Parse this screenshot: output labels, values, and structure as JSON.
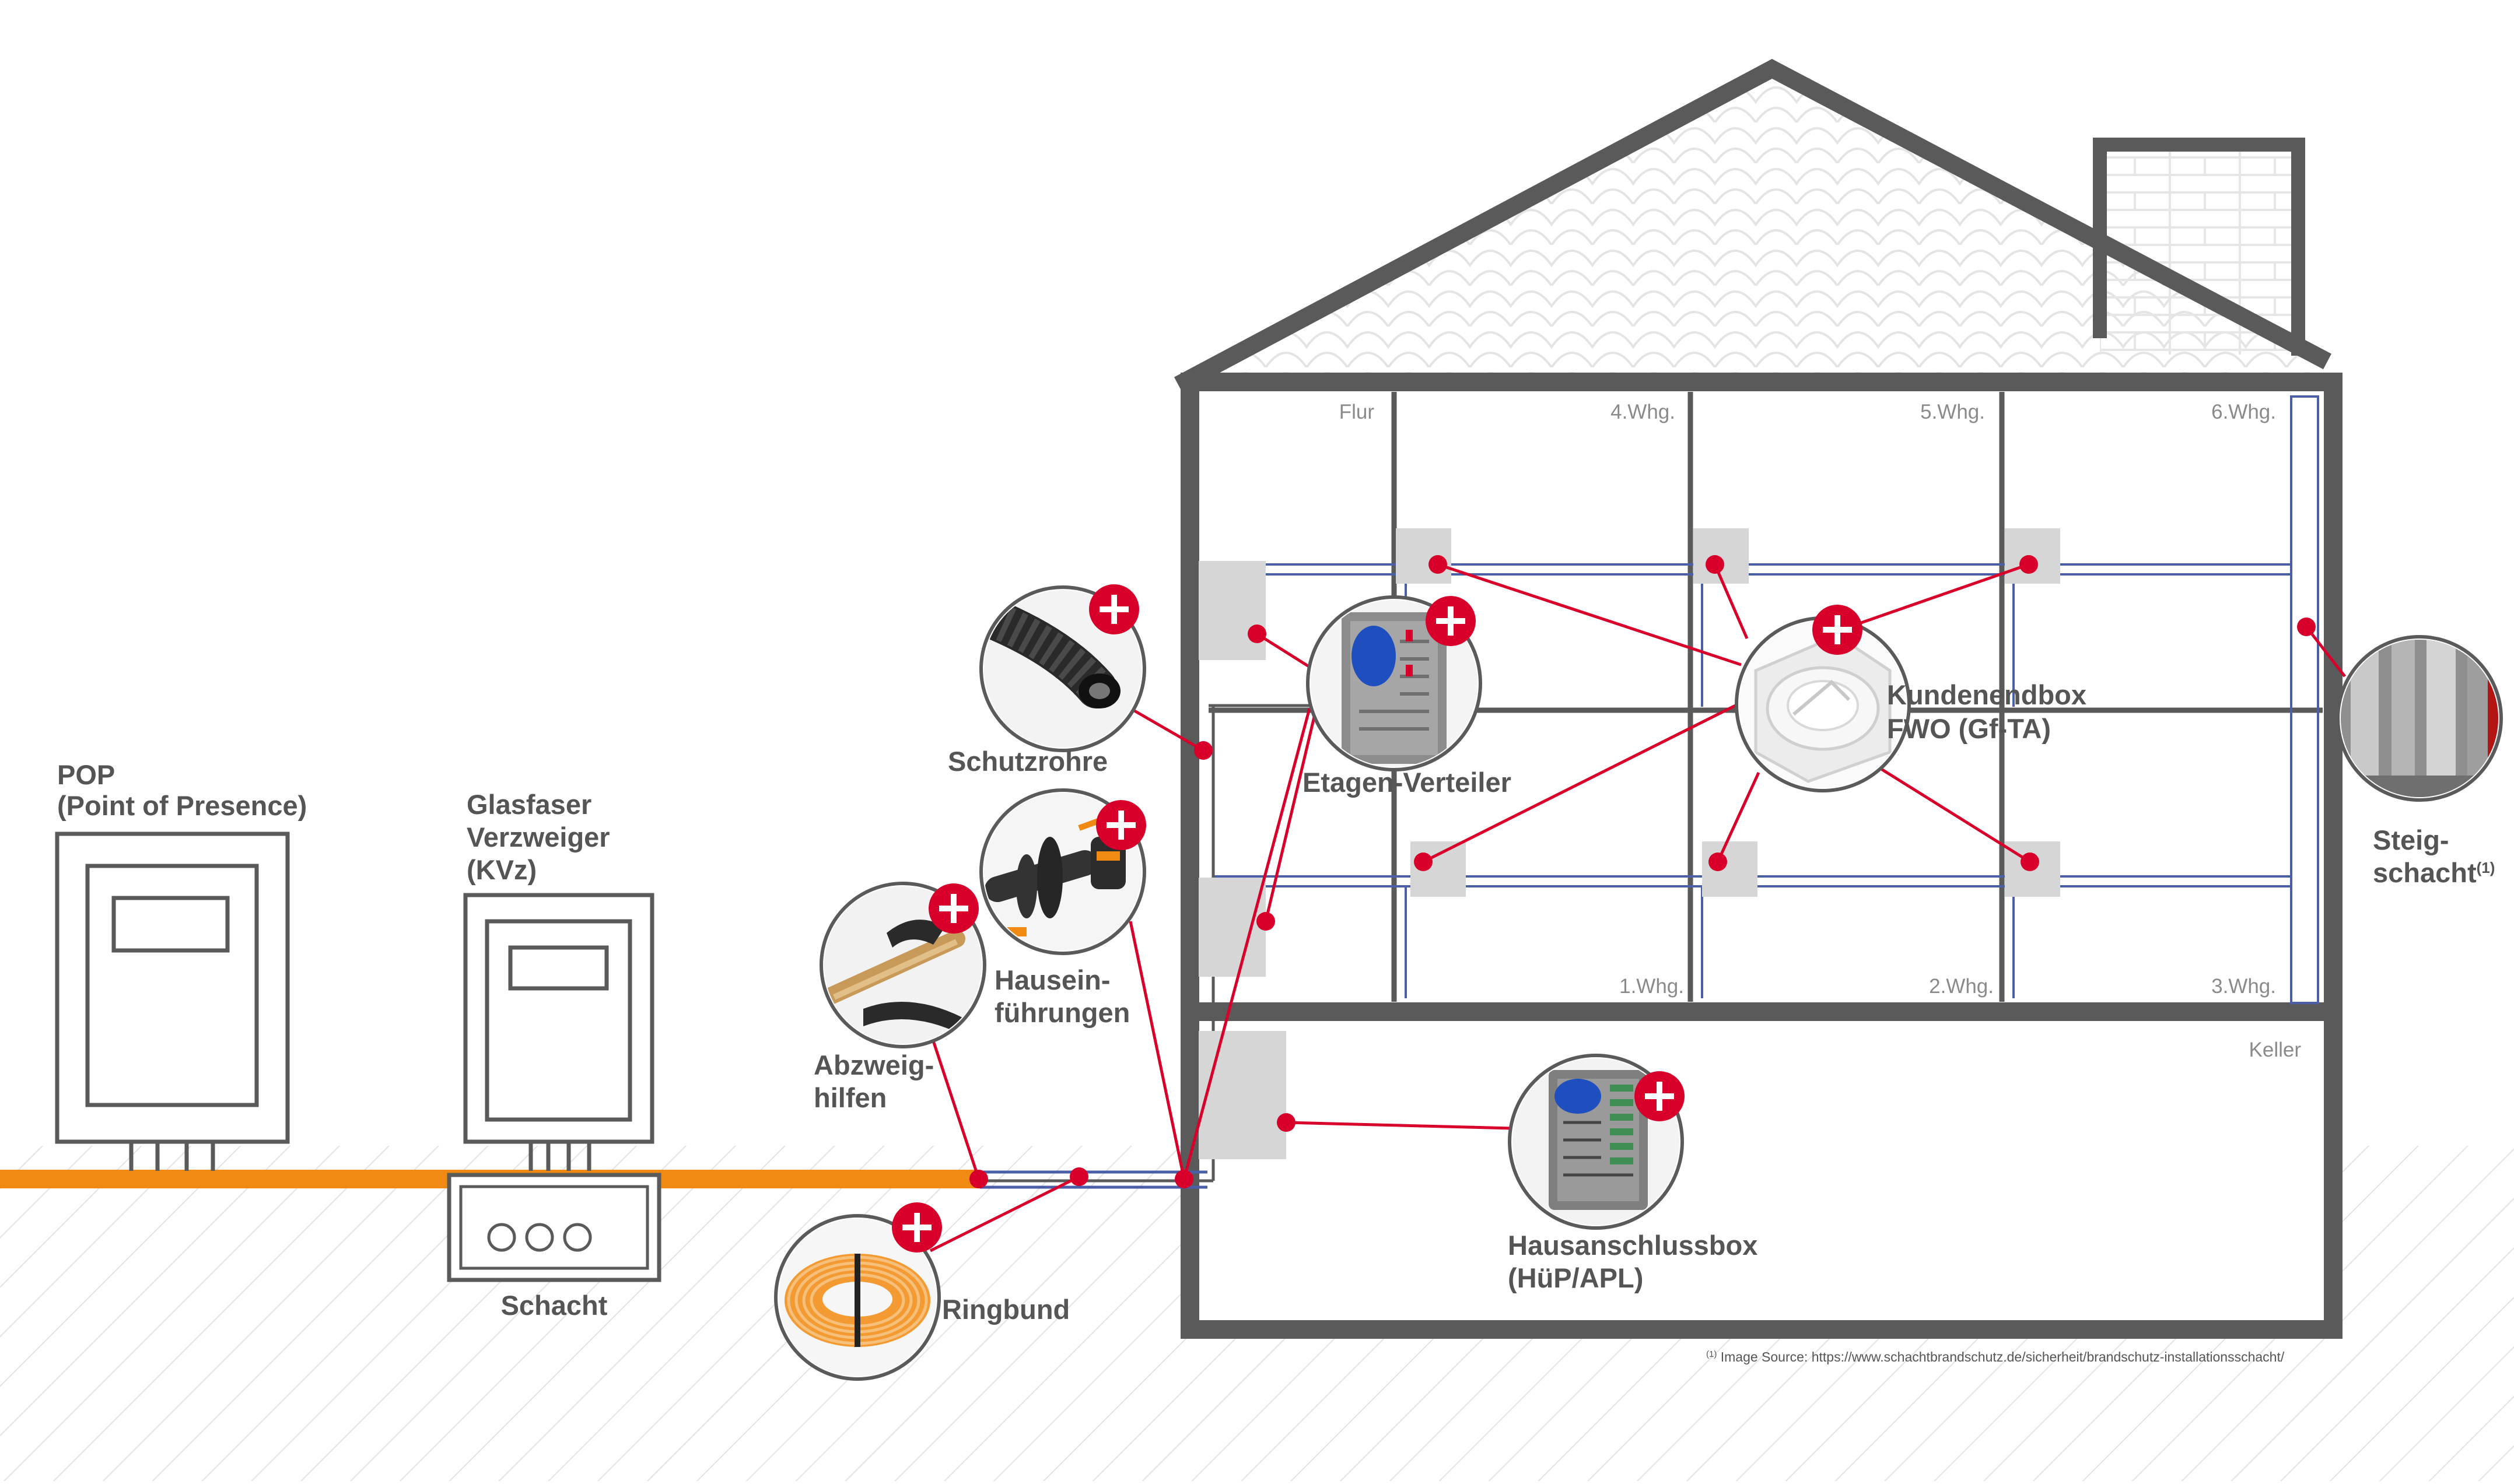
{
  "colors": {
    "wall": "#5a5a5a",
    "fiber": "#f08a12",
    "accent": "#d8002a",
    "blue": "#4b5fa8",
    "box": "#d6d6d6",
    "hatch": "#e3e3e3",
    "text": "#555555"
  },
  "labels": {
    "pop": [
      "POP",
      "(Point of Presence)"
    ],
    "kvz": [
      "Glasfaser",
      "Verzweiger",
      "(KVz)"
    ],
    "schacht": "Schacht",
    "ringbund": "Ringbund",
    "abzweig": [
      "Abzweig-",
      "hilfen"
    ],
    "hauseinf": [
      "Hausein-",
      "führungen"
    ],
    "schutzrohre": "Schutzrohre",
    "etagen": "Etagen-Verteiler",
    "kundenendbox": [
      "Kundenendbox",
      "FWO (Gf-TA)"
    ],
    "hausanschlussbox": [
      "Hausanschlussbox",
      "(HüP/APL)"
    ],
    "steigschacht": [
      "Steig-",
      "schacht"
    ],
    "steig_sup": "(1)"
  },
  "rooms": {
    "flur": "Flur",
    "w4": "4.Whg.",
    "w5": "5.Whg.",
    "w6": "6.Whg.",
    "w1": "1.Whg.",
    "w2": "2.Whg.",
    "w3": "3.Whg.",
    "keller": "Keller"
  },
  "footnote": {
    "sup": "(1)",
    "text": " Image Source: https://www.schachtbrandschutz.de/sicherheit/brandschutz-installationsschacht/"
  },
  "icons": {
    "plus": "plus-icon",
    "pop_cabinet": "cabinet-icon",
    "kvz_cabinet": "cabinet-icon",
    "manhole": "manhole-icon"
  }
}
